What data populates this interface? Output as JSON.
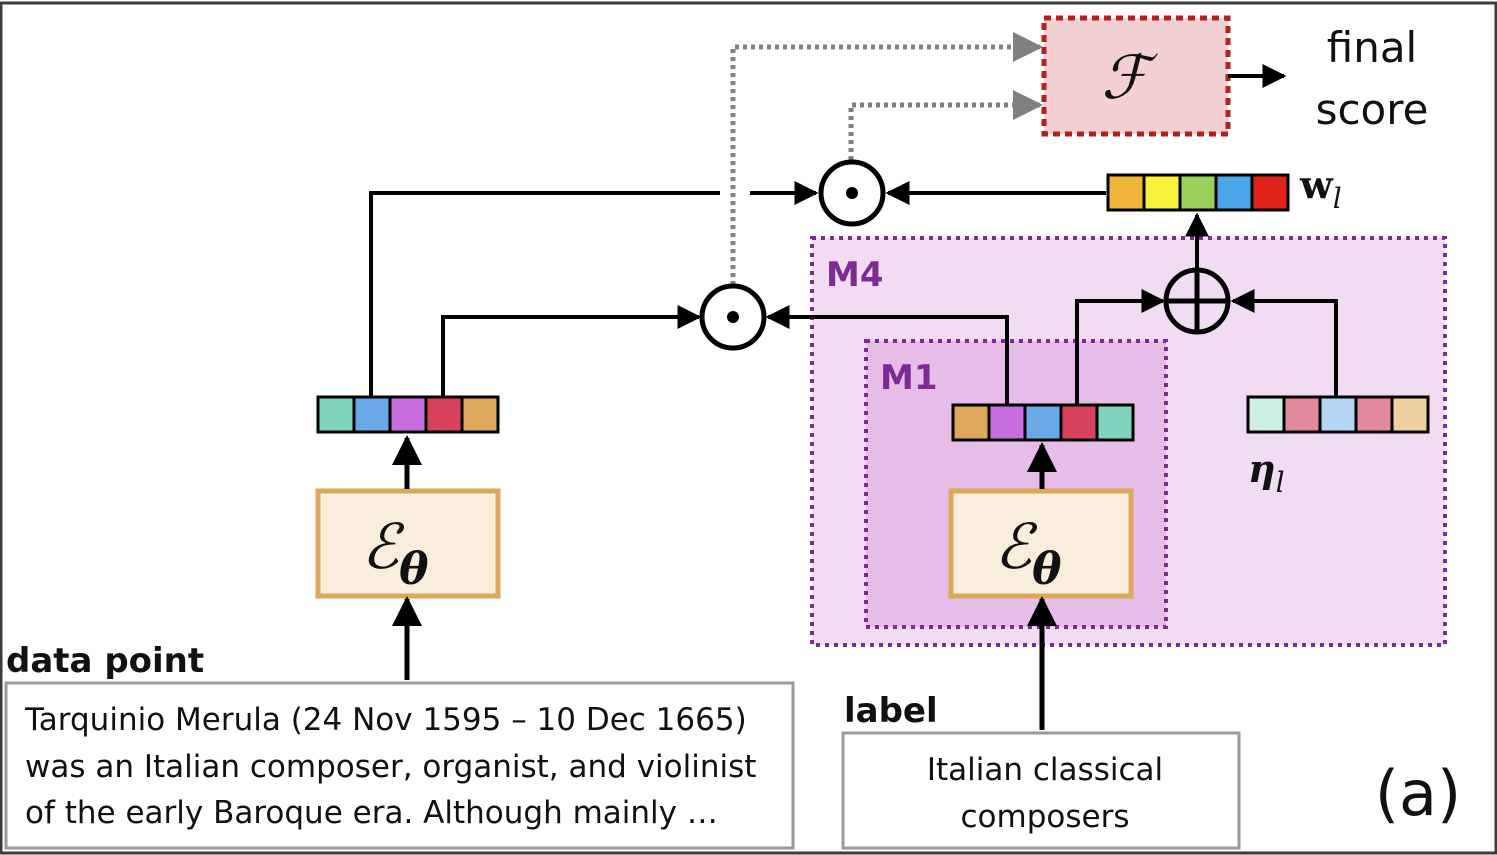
{
  "labels": {
    "data_point_heading": "data point",
    "label_heading": "label",
    "final_score_line1": "final",
    "final_score_line2": "score",
    "m4": "M4",
    "m1": "M1",
    "figure_tag": "(a)",
    "encoder_symbol": "ℰ",
    "encoder_subscript": "θ",
    "aggregator_symbol": "ℱ",
    "w_symbol": "w",
    "w_subscript": "l",
    "eta_symbol": "η",
    "eta_subscript": "l"
  },
  "data_point_text": {
    "line1": "Tarquinio Merula (24 Nov 1595 – 10 Dec 1665)",
    "line2": "was an Italian composer, organist, and violinist",
    "line3": "of the early Baroque era. Although mainly …"
  },
  "label_text": {
    "line1": "Italian classical",
    "line2": "composers"
  },
  "colors": {
    "frame": "#3c3c3c",
    "encoder_border": "#dca85a",
    "encoder_fill": "#f9eedc",
    "aggregator_border": "#b22222",
    "aggregator_fill": "#f3d0d2",
    "m4_border": "#7b2a96",
    "m4_fill": "#f1dcf4",
    "m1_fill": "#e6bce9",
    "m_label": "#7b2a96",
    "arrow": "#000000",
    "dotted_arrow": "#808080"
  },
  "vectors": {
    "data_embedding": [
      "#7fd3bd",
      "#6aa8e8",
      "#c86fe0",
      "#d8425c",
      "#dda85a"
    ],
    "label_embedding": [
      "#dda85a",
      "#c86fe0",
      "#6aa8e8",
      "#d8425c",
      "#7fd3bd"
    ],
    "w_vector": [
      "#f0b63c",
      "#f7f33c",
      "#9ccf5c",
      "#4aa6e8",
      "#e2231a"
    ],
    "eta_vector": [
      "#cdeee2",
      "#e38a9d",
      "#b6d4f4",
      "#e38a9d",
      "#edd2a0"
    ]
  }
}
